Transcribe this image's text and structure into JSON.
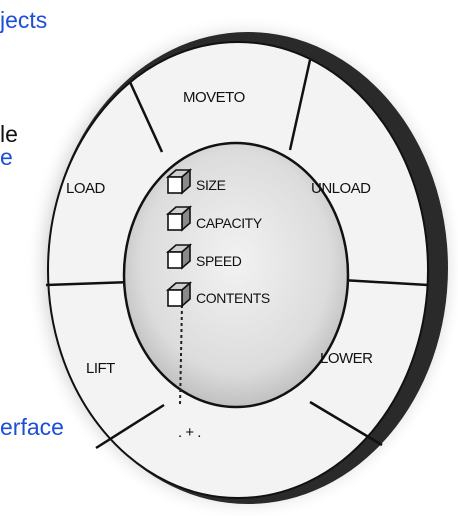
{
  "side_text": {
    "line1": "jects",
    "line2": "le",
    "line3": "e",
    "line4": "erface"
  },
  "colors": {
    "link_blue": "#1c4fd8",
    "black": "#111111",
    "rim": "#2a2a2a",
    "segment": "#f3f3f3",
    "hub": "#e4e4e4"
  },
  "wheel": {
    "segments": {
      "top": "MOVETO",
      "upper_left": "LOAD",
      "upper_right": "UNLOAD",
      "lower_left": "LIFT",
      "lower_right": "LOWER",
      "bottom": ". + ."
    },
    "hub_items": [
      "SIZE",
      "CAPACITY",
      "SPEED",
      "CONTENTS"
    ]
  }
}
